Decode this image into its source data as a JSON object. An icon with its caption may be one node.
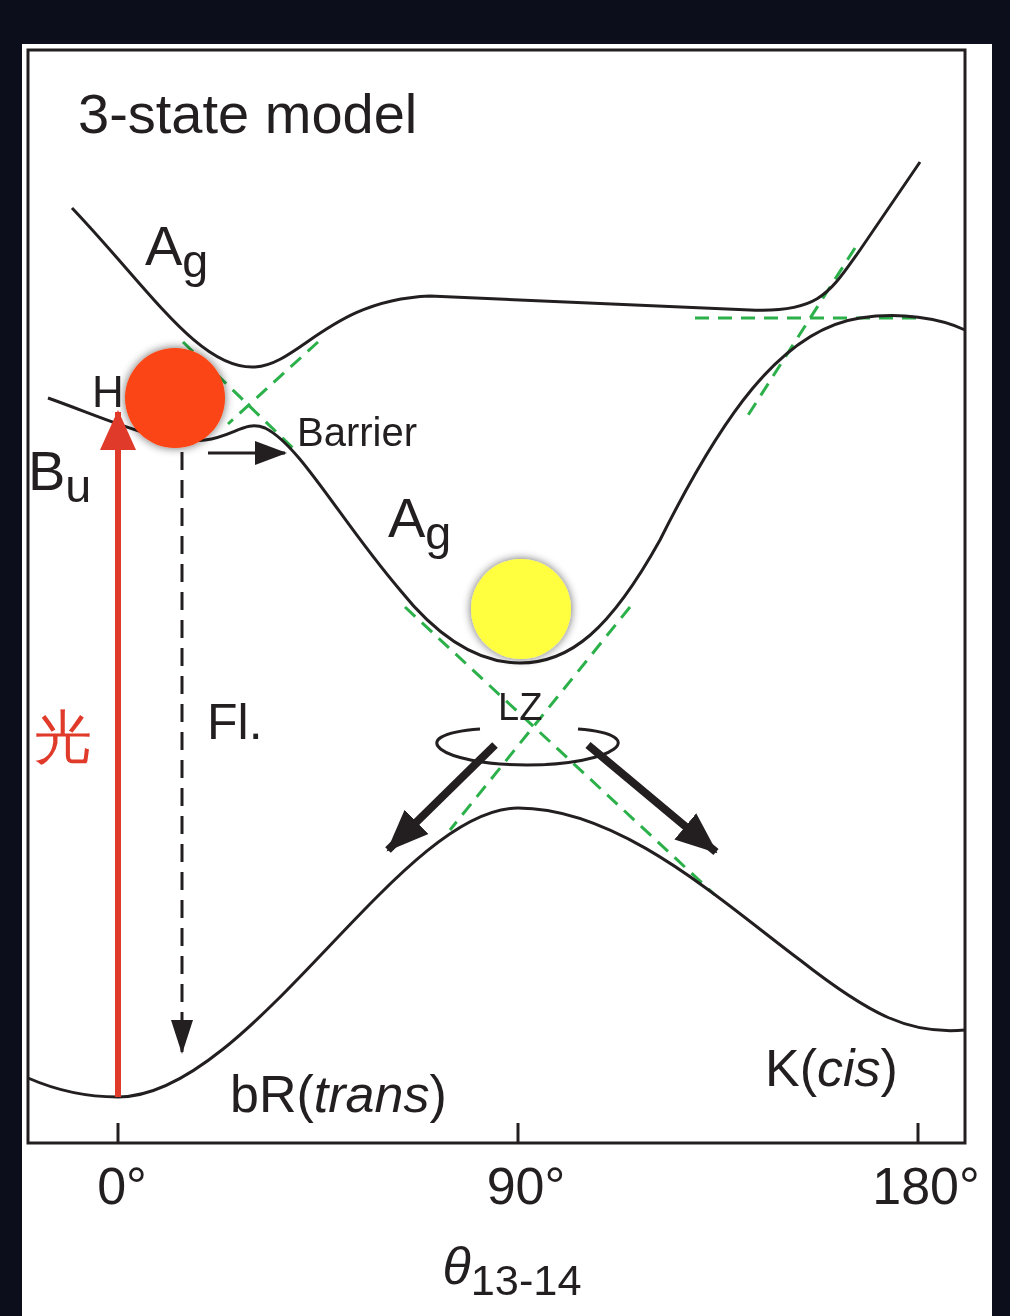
{
  "diagram": {
    "title": "3-state model",
    "labels": [
      "A$_{g}$",
      "H",
      "Barrier",
      "B$_{u}$",
      "A$_{g}$",
      "光",
      "Fl.",
      "LZ",
      "K(*cis*)",
      "bR(*trans*)",
      "0°",
      "90°",
      "180°",
      "*θ*$_{13-14}$"
    ]
  }
}
